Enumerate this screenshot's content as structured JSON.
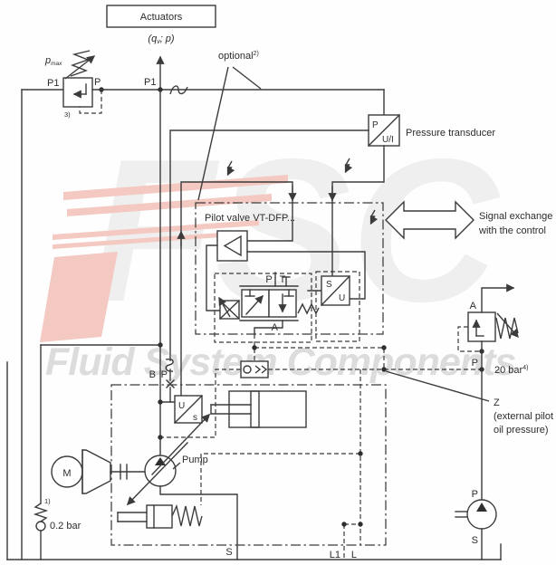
{
  "labels": {
    "actuators": "Actuators",
    "flow": {
      "pre": "(q",
      "sub": "v",
      "post": "; p)"
    },
    "optional": {
      "text": "optional",
      "sup": "2)"
    },
    "pmax": {
      "base": "p",
      "sub": "max"
    },
    "relief_valve": {
      "port_left": "P1",
      "port_right": "P",
      "note": "3)"
    },
    "main_line": {
      "p1": "P1"
    },
    "pressure_transducer": {
      "p": "P",
      "ui": "U/I",
      "label": "Pressure transducer"
    },
    "pilot_valve": {
      "title": "Pilot valve VT-DFP...",
      "p": "P",
      "t": "T",
      "a": "A",
      "sol_s": "S",
      "sol_u": "U"
    },
    "signal_exchange": {
      "line1": "Signal exchange",
      "line2": "with the control"
    },
    "pump_circuit": {
      "b": "B",
      "p": "P",
      "transducer_u": "U",
      "transducer_s": "s",
      "pump": "Pump",
      "motor": "M",
      "note1": "1)",
      "cracking_pressure": "0.2 bar",
      "suction": "S",
      "drain_l1": "L1",
      "drain_l": "L"
    },
    "pilot_oil": {
      "a": "A",
      "p": "P",
      "pressure": {
        "text": "20 bar",
        "sup": "4)"
      },
      "z": "Z",
      "z_line1": "(external pilot",
      "z_line2": "oil pressure)",
      "pump_p": "P",
      "pump_s": "S"
    },
    "watermark": {
      "logo": "FSC",
      "tagline": "Fluid System Components"
    }
  },
  "colors": {
    "line": "#3b3b3b",
    "watermark_red": "#f3c9c1",
    "watermark_gray": "#efefef"
  }
}
